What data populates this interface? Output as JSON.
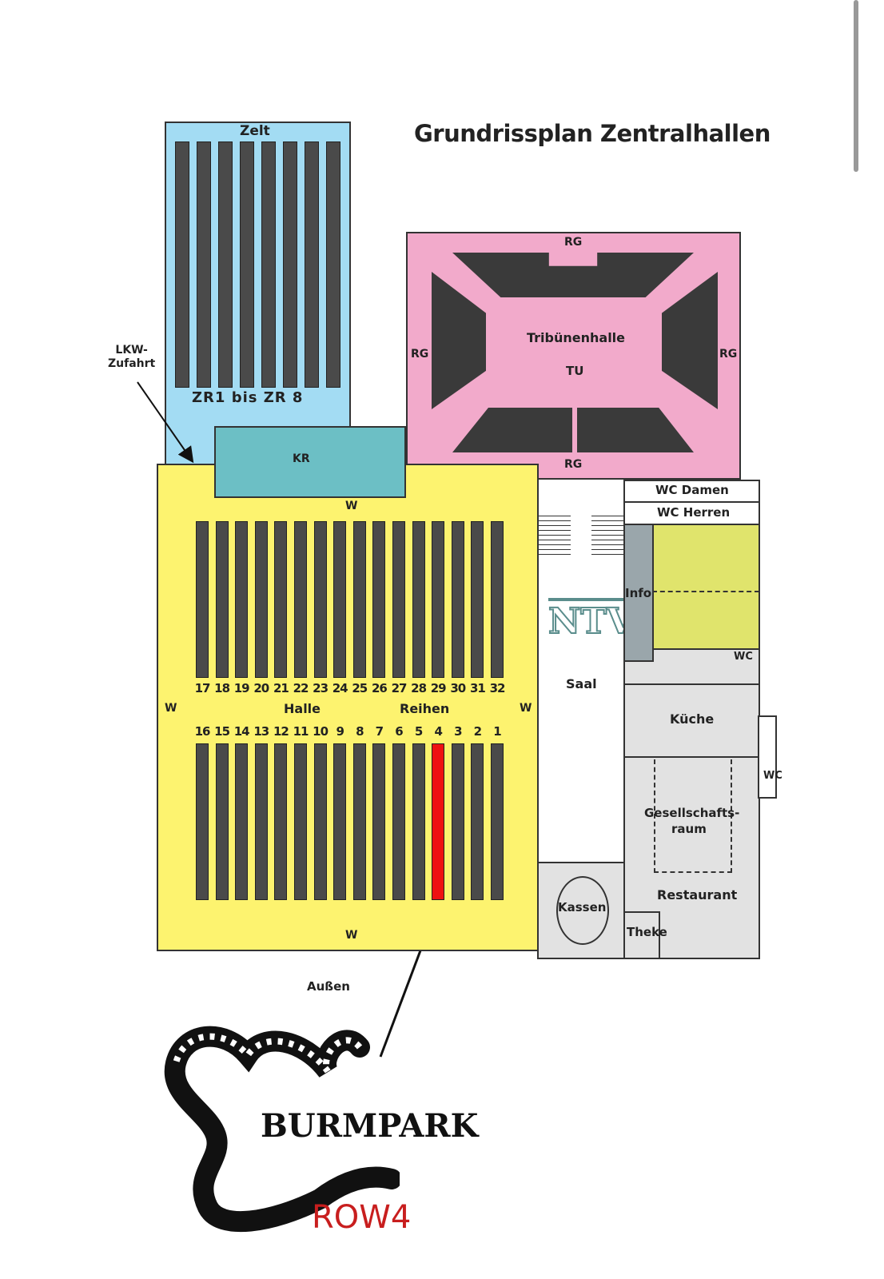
{
  "title": "Grundrissplan Zentralhallen",
  "zelt": {
    "label": "Zelt",
    "rows_label": "ZR1 bis ZR 8"
  },
  "lkw": {
    "label": "LKW-\nZufahrt"
  },
  "tribuene": {
    "label": "Tribünenhalle",
    "sub": "TU",
    "rg": "RG"
  },
  "kr": "KR",
  "halle": {
    "halle": "Halle",
    "reihen": "Reihen",
    "w": "W",
    "upper_numbers": [
      "17",
      "18",
      "19",
      "20",
      "21",
      "22",
      "23",
      "24",
      "25",
      "26",
      "27",
      "28",
      "29",
      "30",
      "31",
      "32"
    ],
    "lower_numbers": [
      "16",
      "15",
      "14",
      "13",
      "12",
      "11",
      "10",
      "9",
      "8",
      "7",
      "6",
      "5",
      "4",
      "3",
      "2",
      "1"
    ],
    "highlighted_row": "4"
  },
  "rooms": {
    "wc_damen": "WC Damen",
    "wc_herren": "WC Herren",
    "info": "Info",
    "saal": "Saal",
    "ntv": "NTV",
    "kueche": "Küche",
    "wc": "WC",
    "gesellschaft1": "Gesellschafts-",
    "gesellschaft2": "raum",
    "restaurant": "Restaurant",
    "kassen": "Kassen",
    "theke": "Theke",
    "aussen": "Außen"
  },
  "logo": {
    "name": "BURMPARK",
    "row": "ROW4"
  },
  "colors": {
    "zelt": "#a3dcf3",
    "tribuene": "#f2aacb",
    "kr": "#6cbfc5",
    "halle": "#fdf36f",
    "highlight": "#ee1111",
    "green": "#e0e46c",
    "grey": "#e2e2e2"
  }
}
